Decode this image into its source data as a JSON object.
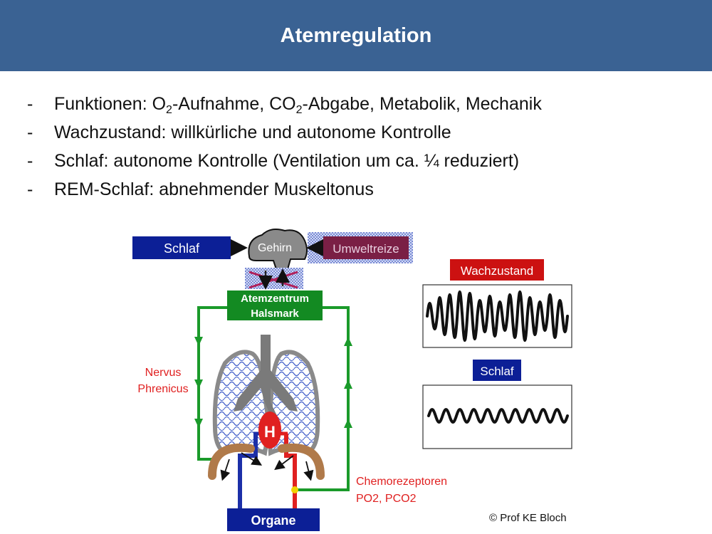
{
  "title": "Atemregulation",
  "bullets": [
    {
      "dash": "-",
      "parts": [
        {
          "t": "Funktionen: O"
        },
        {
          "t": "2",
          "sub": true
        },
        {
          "t": "-Aufnahme, CO"
        },
        {
          "t": "2",
          "sub": true
        },
        {
          "t": "-Abgabe, Metabolik, Mechanik"
        }
      ]
    },
    {
      "dash": "-",
      "parts": [
        {
          "t": "Wachzustand: willkürliche und autonome Kontrolle"
        }
      ]
    },
    {
      "dash": "-",
      "parts": [
        {
          "t": "Schlaf: autonome Kontrolle (Ventilation um ca. ¼ reduziert)"
        }
      ]
    },
    {
      "dash": "-",
      "parts": [
        {
          "t": "REM-Schlaf: abnehmender Muskeltonus"
        }
      ]
    }
  ],
  "diagram": {
    "schlaf_box": "Schlaf",
    "gehirn": "Gehirn",
    "umweltreize": "Umweltreize",
    "atemzentrum_line1": "Atemzentrum",
    "atemzentrum_line2": "Halsmark",
    "nervus_line1": "Nervus",
    "nervus_line2": "Phrenicus",
    "heart_label": "H",
    "chemo_line1": "Chemorezeptoren",
    "chemo_line2": "PO2, PCO2",
    "organe": "Organe",
    "wachzustand_label": "Wachzustand",
    "schlaf_wave_label": "Schlaf"
  },
  "colors": {
    "header": "#3a6293",
    "green": "#1a9a2a",
    "red": "#e02020",
    "blue": "#1c2fa8",
    "dark_blue_box": "#0c1f96",
    "dark_red_box": "#cc1111",
    "diaphragm": "#b07a4a"
  },
  "credit": "© Prof KE Bloch"
}
